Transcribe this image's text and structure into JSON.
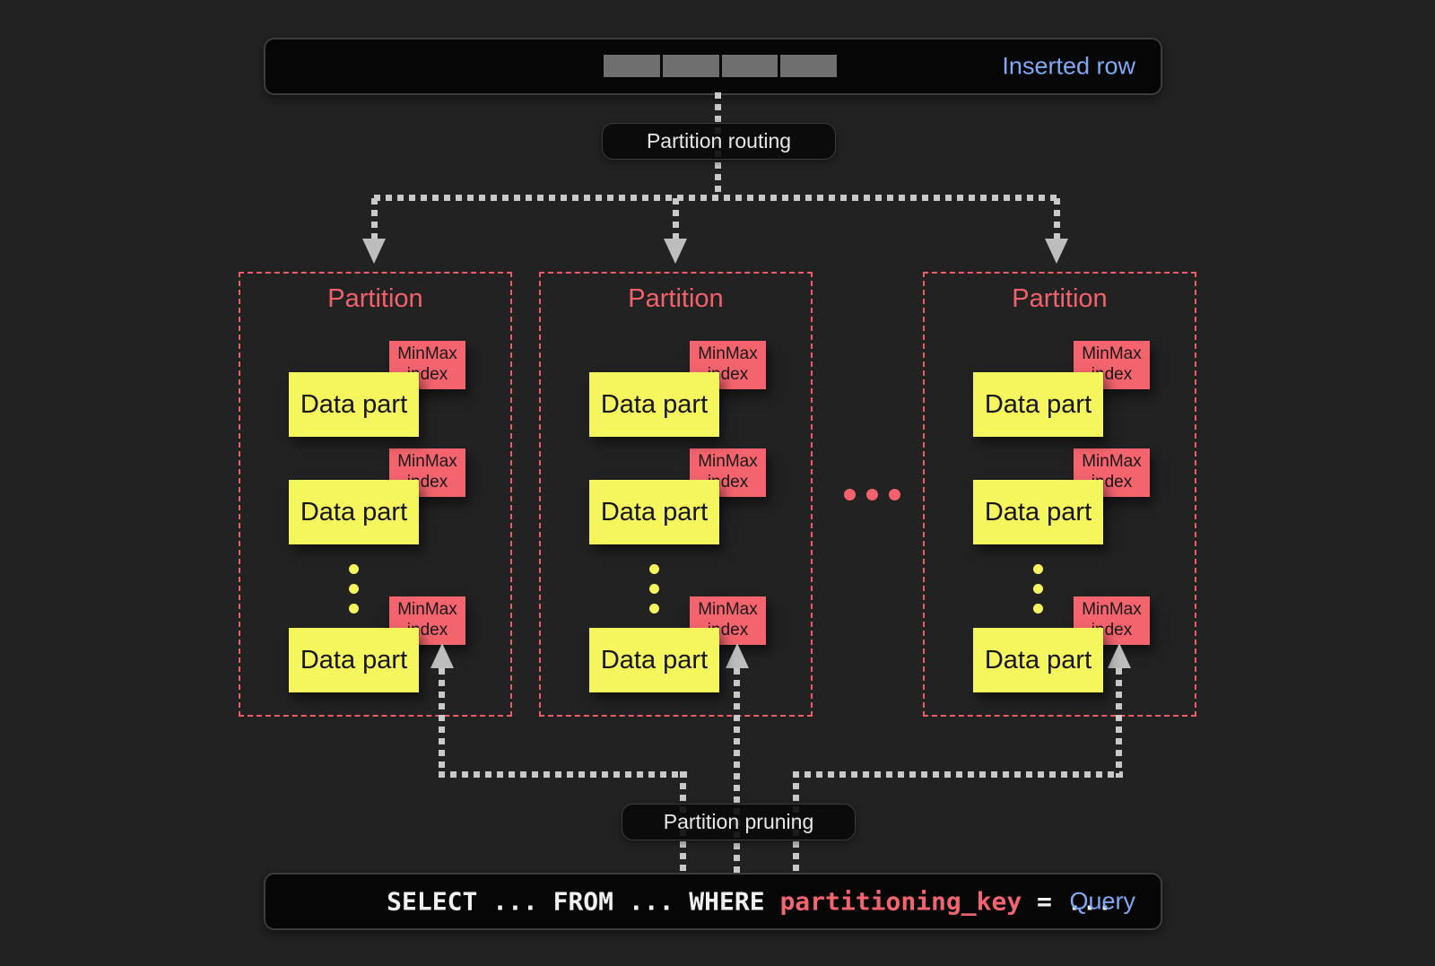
{
  "colors": {
    "background": "#222222",
    "accent_red": "#f3616c",
    "part_yellow": "#f5f65e",
    "label_blue": "#7ea9f6",
    "line_gray": "#c9c9c9",
    "cell_gray": "#6f6f6f"
  },
  "inserted_row": {
    "label": "Inserted row",
    "cell_count": 4
  },
  "routing": {
    "label": "Partition routing"
  },
  "pruning": {
    "label": "Partition pruning"
  },
  "partitions": [
    {
      "title": "Partition",
      "parts": [
        {
          "label": "Data part",
          "badge": "MinMax index"
        },
        {
          "label": "Data part",
          "badge": "MinMax index"
        },
        {
          "label": "Data part",
          "badge": "MinMax index"
        }
      ]
    },
    {
      "title": "Partition",
      "parts": [
        {
          "label": "Data part",
          "badge": "MinMax index"
        },
        {
          "label": "Data part",
          "badge": "MinMax index"
        },
        {
          "label": "Data part",
          "badge": "MinMax index"
        }
      ]
    },
    {
      "title": "Partition",
      "parts": [
        {
          "label": "Data part",
          "badge": "MinMax index"
        },
        {
          "label": "Data part",
          "badge": "MinMax index"
        },
        {
          "label": "Data part",
          "badge": "MinMax index"
        }
      ]
    }
  ],
  "ellipsis_between_partitions": "...",
  "query": {
    "sql_head": "SELECT ... FROM ... WHERE ",
    "sql_key": "partitioning_key",
    "sql_tail": " = ...",
    "label": "Query"
  }
}
